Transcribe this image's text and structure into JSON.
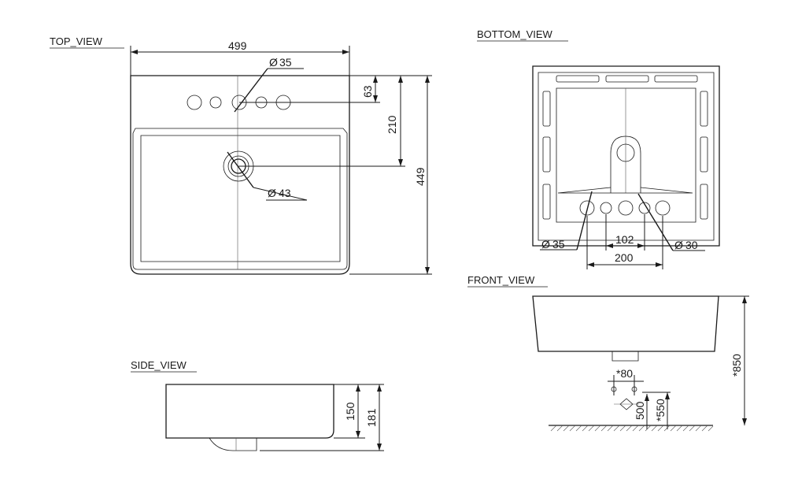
{
  "views": {
    "top": "TOP_VIEW",
    "bottom": "BOTTOM_VIEW",
    "side": "SIDE_VIEW",
    "front": "FRONT_VIEW"
  },
  "top_view": {
    "width": "499",
    "depth": "449",
    "tap_offset": "63",
    "drain_offset": "210",
    "tap_hole_dia": "35",
    "drain_dia": "43"
  },
  "bottom_view": {
    "hole_dia_left": "35",
    "hole_dia_right": "30",
    "spacing_inner": "102",
    "spacing_outer": "200"
  },
  "side_view": {
    "inner_height": "150",
    "outer_height": "181"
  },
  "front_view": {
    "pipe_spacing": "*80",
    "inlet_height": "500",
    "outlet_height": "*550",
    "overall_height": "*850"
  },
  "symbols": {
    "diameter": "Ø"
  }
}
